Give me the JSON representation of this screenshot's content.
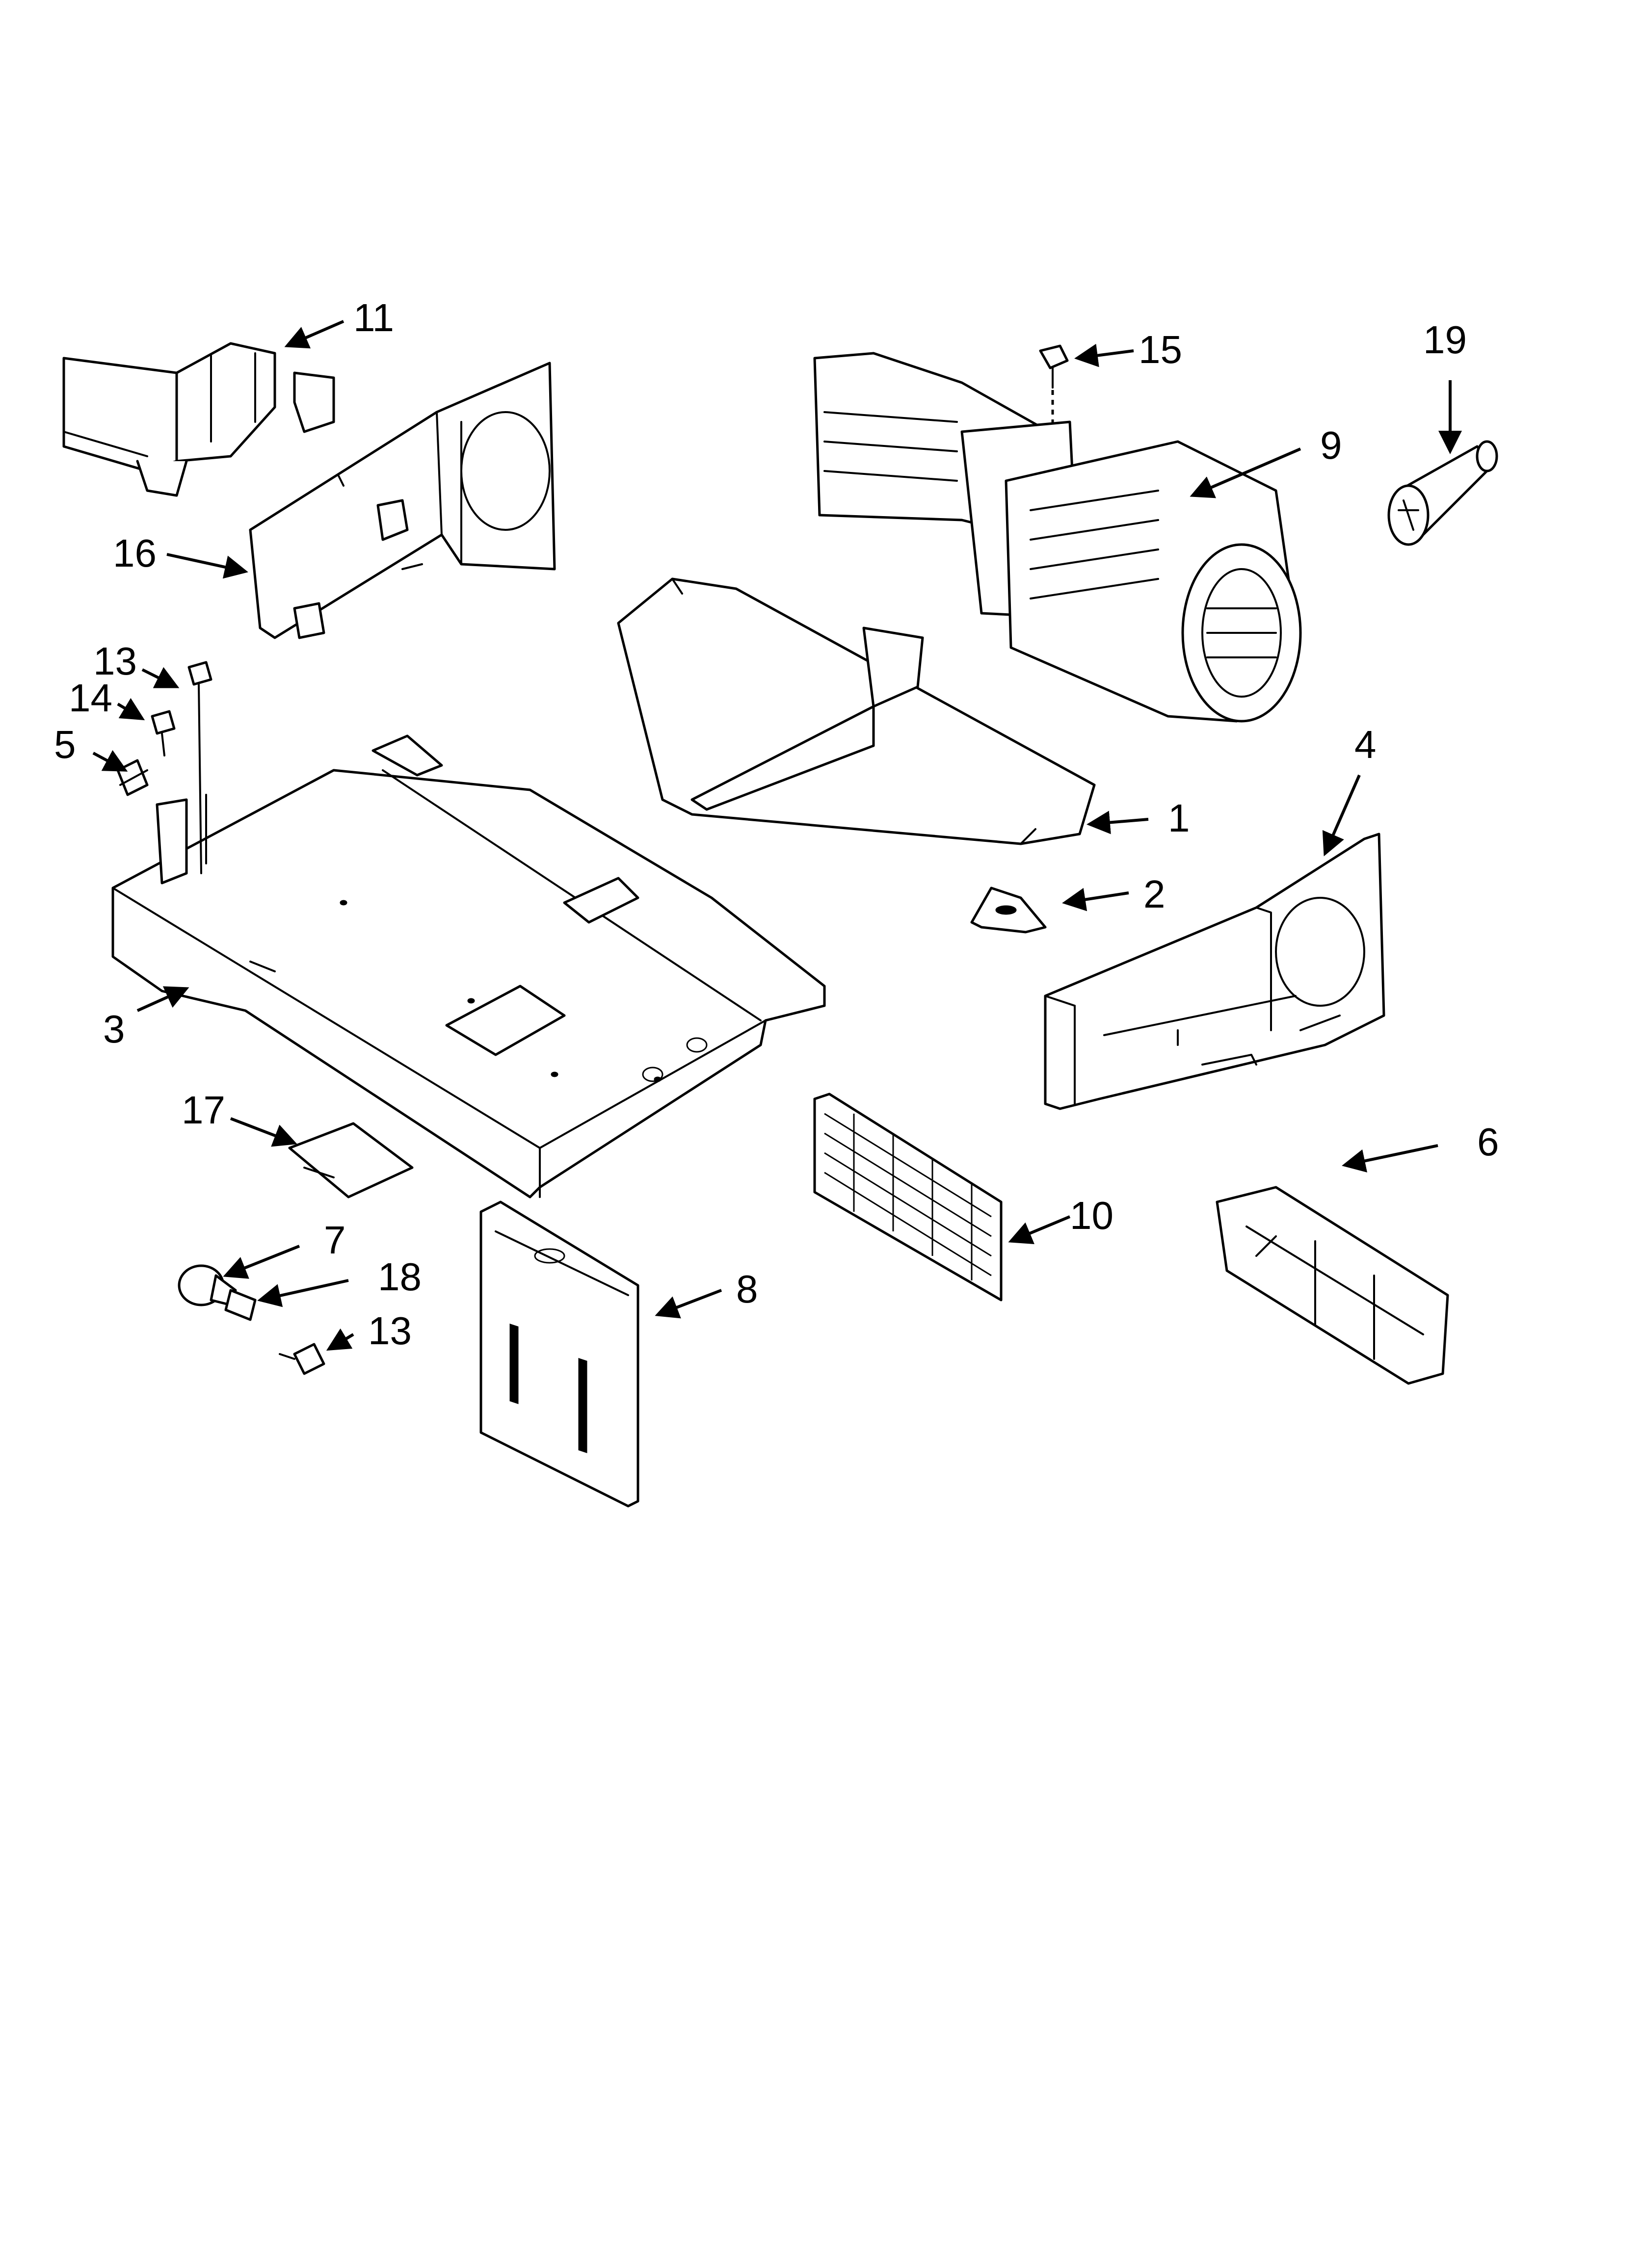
{
  "callouts": [
    "1",
    "2",
    "3",
    "4",
    "5",
    "6",
    "7",
    "8",
    "9",
    "10",
    "11",
    "13",
    "13",
    "14",
    "15",
    "16",
    "17",
    "18",
    "19"
  ]
}
